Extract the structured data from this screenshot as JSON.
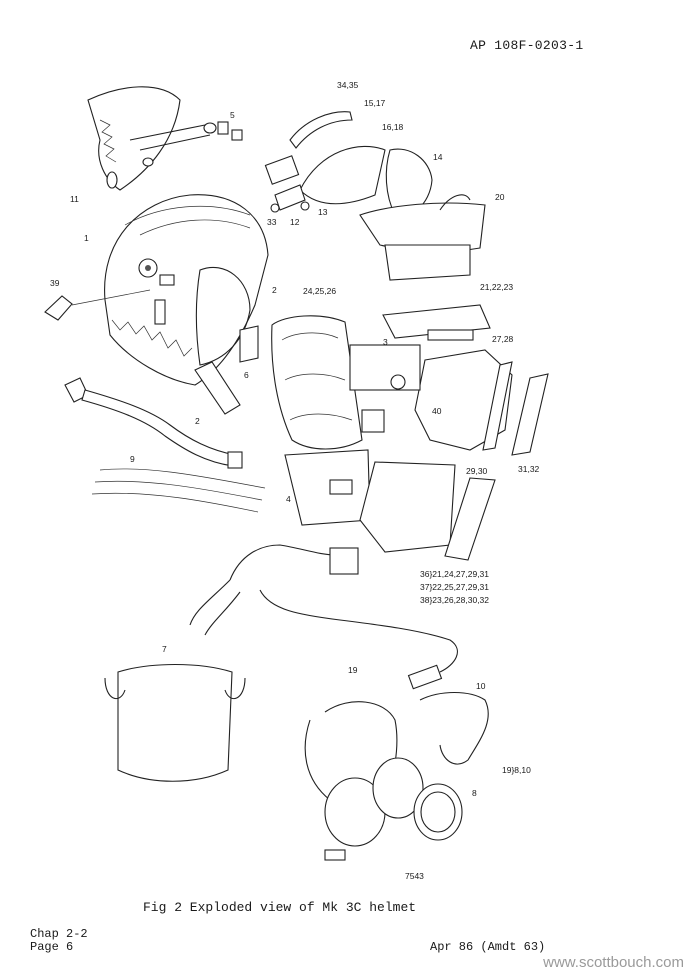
{
  "header": {
    "doc_ref": "AP 108F-0203-1"
  },
  "figure": {
    "caption": "Fig 2   Exploded view of Mk 3C helmet",
    "drawing_no": "7543",
    "callouts": [
      "34,35",
      "15,17",
      "16,18",
      "5",
      "14",
      "11",
      "33",
      "12",
      "13",
      "20",
      "1",
      "39",
      "2",
      "24,25,26",
      "21,22,23",
      "27,28",
      "3",
      "6",
      "40",
      "2",
      "9",
      "4",
      "29,30",
      "31,32",
      "7",
      "19",
      "10",
      "19}8,10",
      "8"
    ],
    "key": [
      "36}21,24,27,29,31",
      "37}22,25,27,29,31",
      "38}23,26,28,30,32"
    ]
  },
  "footer": {
    "chapter": "Chap 2-2",
    "page": "Page 6",
    "date": "Apr 86 (Amdt 63)"
  },
  "watermark": "www.scottbouch.com"
}
